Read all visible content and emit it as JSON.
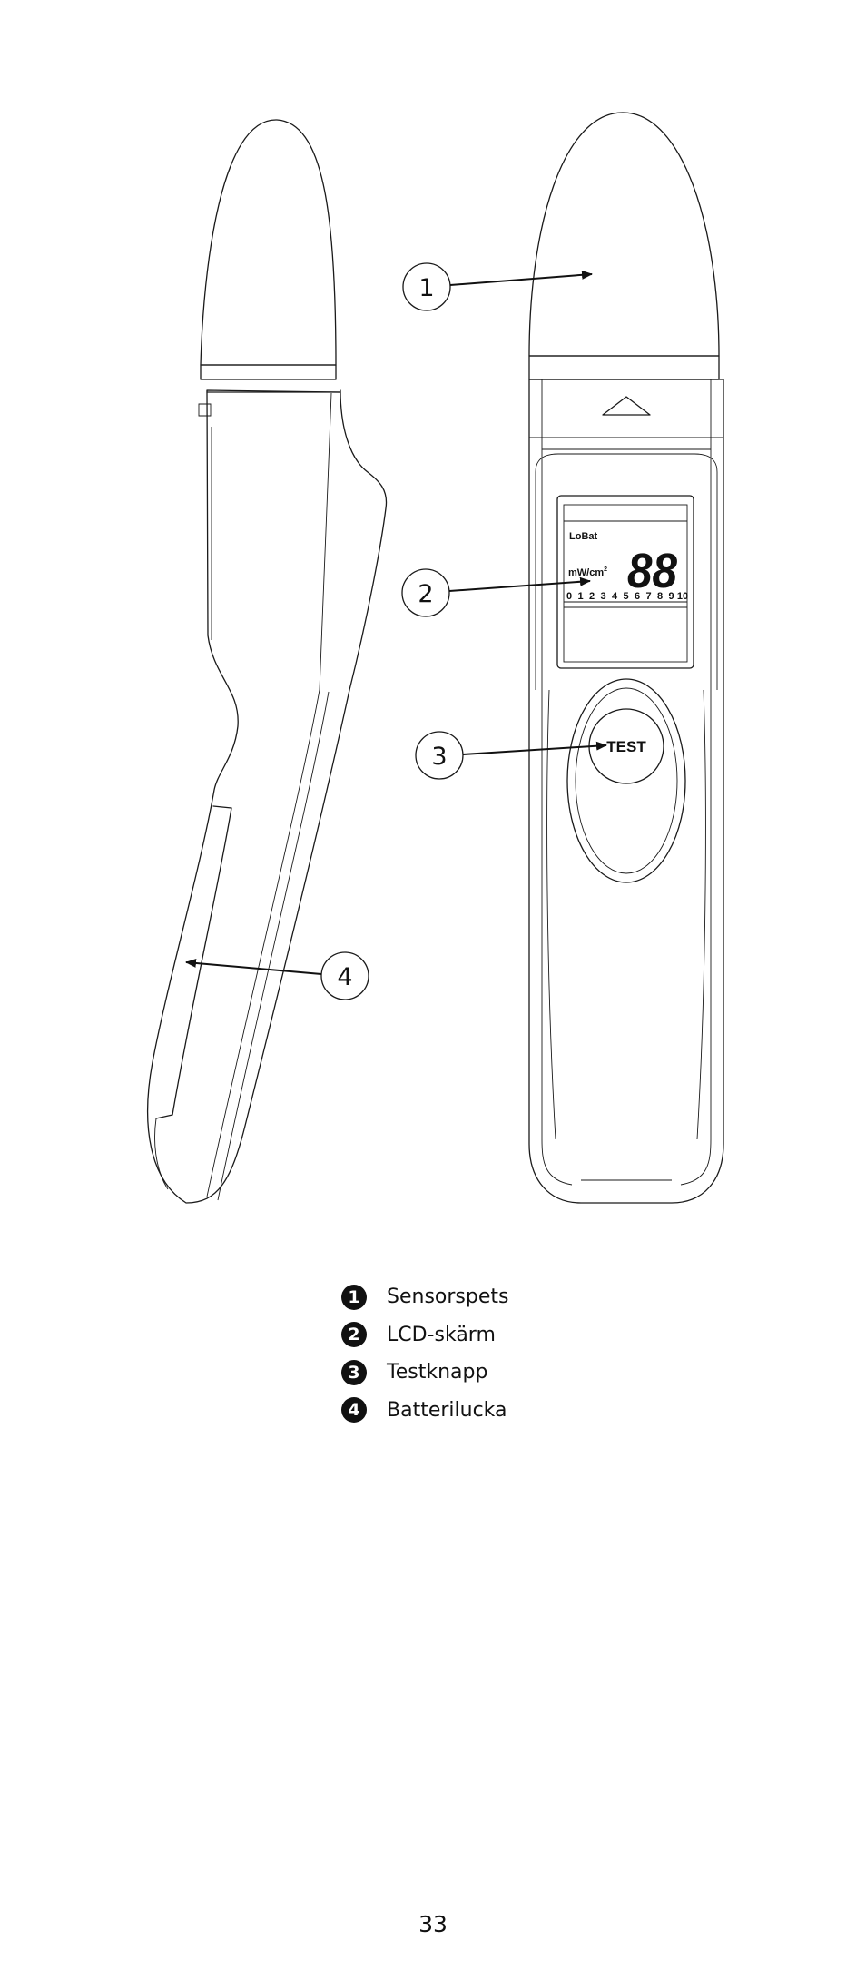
{
  "lcd": {
    "lobat": "LoBat",
    "unit": "mW/cm",
    "unit_exp": "2",
    "reading": "88",
    "scale": [
      "0",
      "1",
      "2",
      "3",
      "4",
      "5",
      "6",
      "7",
      "8",
      "9",
      "10"
    ]
  },
  "button": {
    "label": "TEST"
  },
  "callouts": [
    "1",
    "2",
    "3",
    "4"
  ],
  "legend": [
    {
      "num": "1",
      "label": "Sensorspets"
    },
    {
      "num": "2",
      "label": "LCD-skärm"
    },
    {
      "num": "3",
      "label": "Testknapp"
    },
    {
      "num": "4",
      "label": "Batterilucka"
    }
  ],
  "page_number": "33"
}
